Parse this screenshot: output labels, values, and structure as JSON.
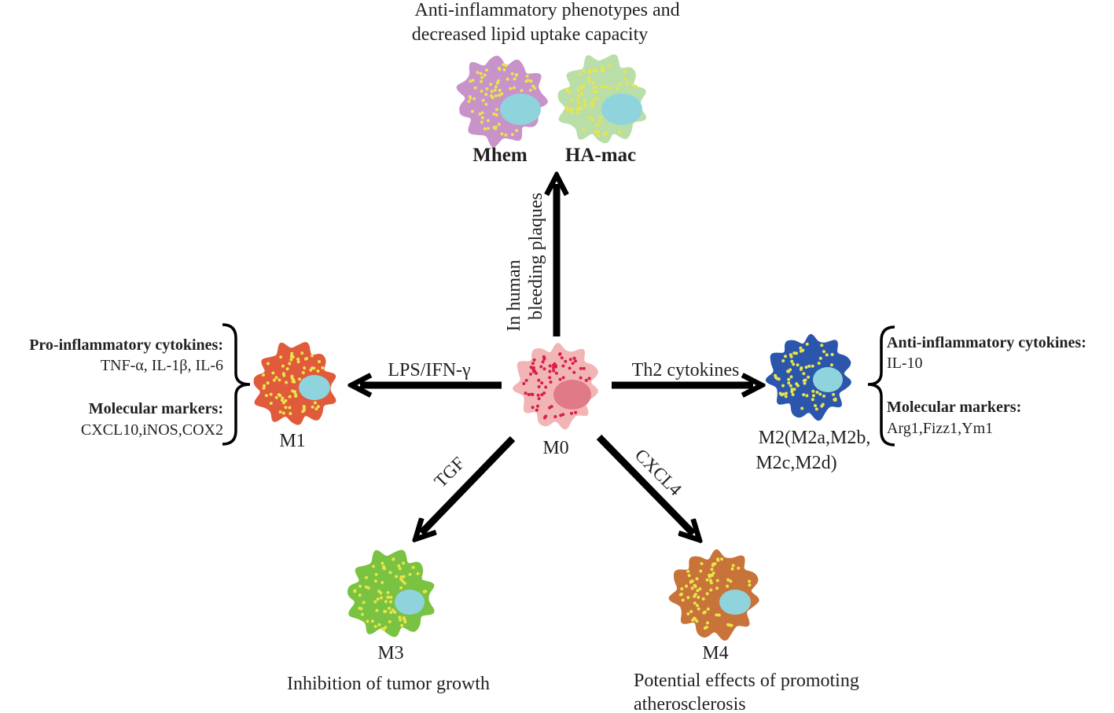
{
  "top": {
    "caption_line1": "Anti-inflammatory phenotypes and",
    "caption_line2": "decreased lipid uptake capacity",
    "mhem_label": "Mhem",
    "hamac_label": "HA-mac"
  },
  "arrows": {
    "up_line1": "In human",
    "up_line2": "bleeding plaques",
    "left": "LPS/IFN-γ",
    "right": "Th2 cytokines",
    "down_left": "TGF",
    "down_right": "CXCL4"
  },
  "m0": {
    "label": "M0"
  },
  "m1": {
    "label": "M1",
    "cytokines_heading": "Pro-inflammatory cytokines:",
    "cytokines": "TNF-α,  IL-1β,  IL-6",
    "markers_heading": "Molecular markers:",
    "markers": "CXCL10,iNOS,COX2"
  },
  "m2": {
    "label_line1": "M2(M2a,M2b,",
    "label_line2": "M2c,M2d)",
    "cytokines_heading": "Anti-inflammatory cytokines:",
    "cytokines": "IL-10",
    "markers_heading": "Molecular markers:",
    "markers": "Arg1,Fizz1,Ym1"
  },
  "m3": {
    "label": "M3",
    "caption": "Inhibition of tumor growth"
  },
  "m4": {
    "label": "M4",
    "caption_line1": "Potential effects of  promoting",
    "caption_line2": "atherosclerosis"
  },
  "colors": {
    "mhem": "#c793c9",
    "hamac": "#b9dea8",
    "m0": "#f2b5b5",
    "m0_nucleus": "#e07a86",
    "m0_dots": "#d81e4a",
    "m1": "#e05a3c",
    "m2": "#2b56ac",
    "m3": "#7ac241",
    "m4": "#c8733a",
    "nucleus": "#8fd3dc",
    "dots": "#e9e44a",
    "arrow": "#000000"
  }
}
